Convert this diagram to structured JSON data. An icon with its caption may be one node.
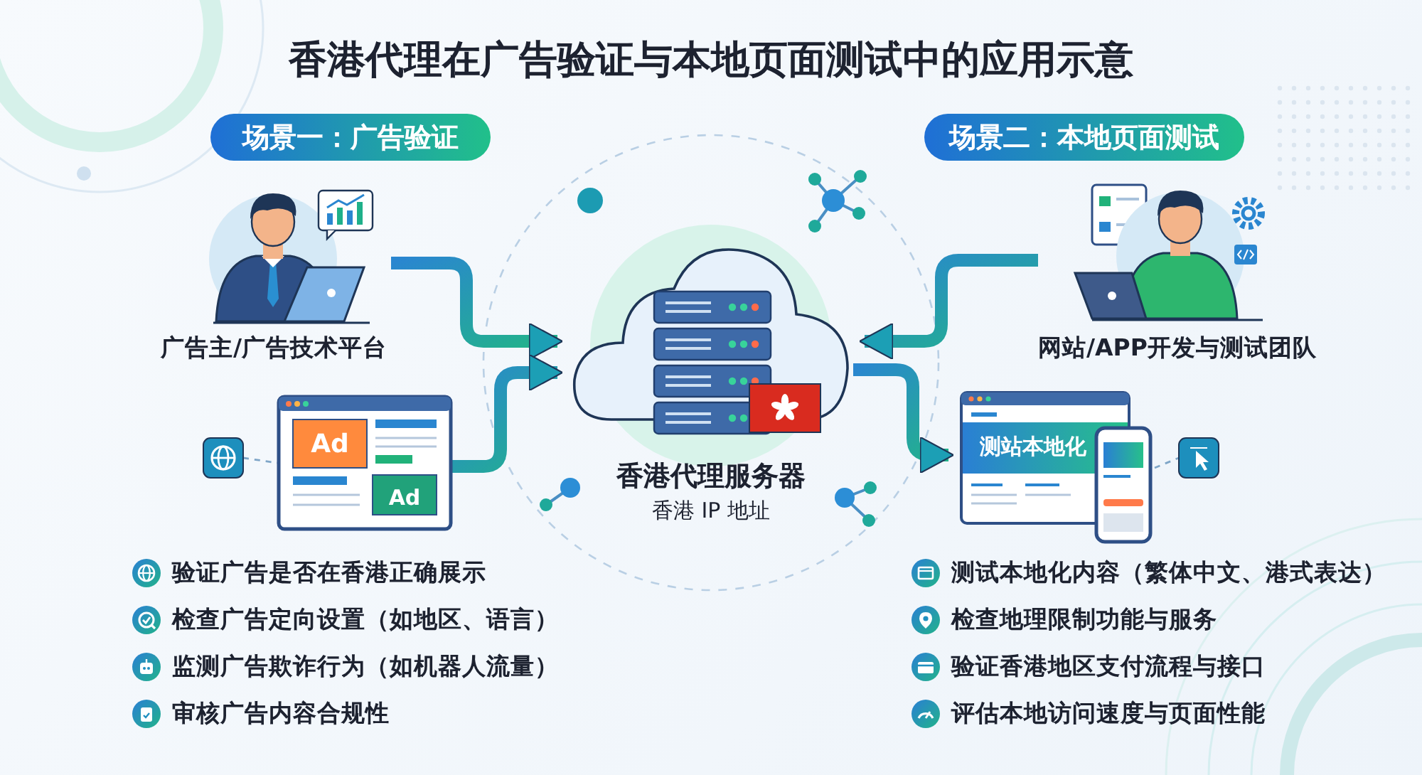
{
  "diagram": {
    "title": "香港代理在广告验证与本地页面测试中的应用示意",
    "nodes": [
      {
        "text": [
          "场景一：广告验证"
        ]
      },
      {
        "text": [
          "场景二：本地页面测试"
        ]
      },
      {
        "text": [
          "广告主/广告技术平台"
        ]
      },
      {
        "text": [
          "网站/APP开发与测试团队"
        ]
      },
      {
        "text": [
          "香港代理服务器",
          "香港 IP 地址"
        ]
      },
      {
        "text": [],
        "shape": "picture"
      },
      {
        "text": [
          "Ad",
          "Ad"
        ]
      },
      {
        "text": [
          "测站本地化"
        ]
      },
      {
        "text": [],
        "shape": "picture"
      }
    ],
    "edges": [
      {
        "from": 2,
        "to": 4,
        "arrow": "to"
      },
      {
        "from": 6,
        "to": 4,
        "arrow": "to"
      },
      {
        "from": 3,
        "to": 4,
        "arrow": "to"
      },
      {
        "from": 4,
        "to": 7,
        "arrow": "to"
      },
      {
        "from": 5,
        "to": 6,
        "arrow": "none",
        "style": "dashed"
      },
      {
        "from": 7,
        "to": 8,
        "arrow": "none",
        "style": "dashed"
      }
    ],
    "labels": [
      "验证广告是否在香港正确展示",
      "检查广告定向设置（如地区、语言）",
      "监测广告欺诈行为（如机器人流量）",
      "审核广告内容合规性",
      "测试本地化内容（繁体中文、港式表达）",
      "检查地理限制功能与服务",
      "验证香港地区支付流程与接口",
      "评估本地访问速度与页面性能"
    ]
  }
}
